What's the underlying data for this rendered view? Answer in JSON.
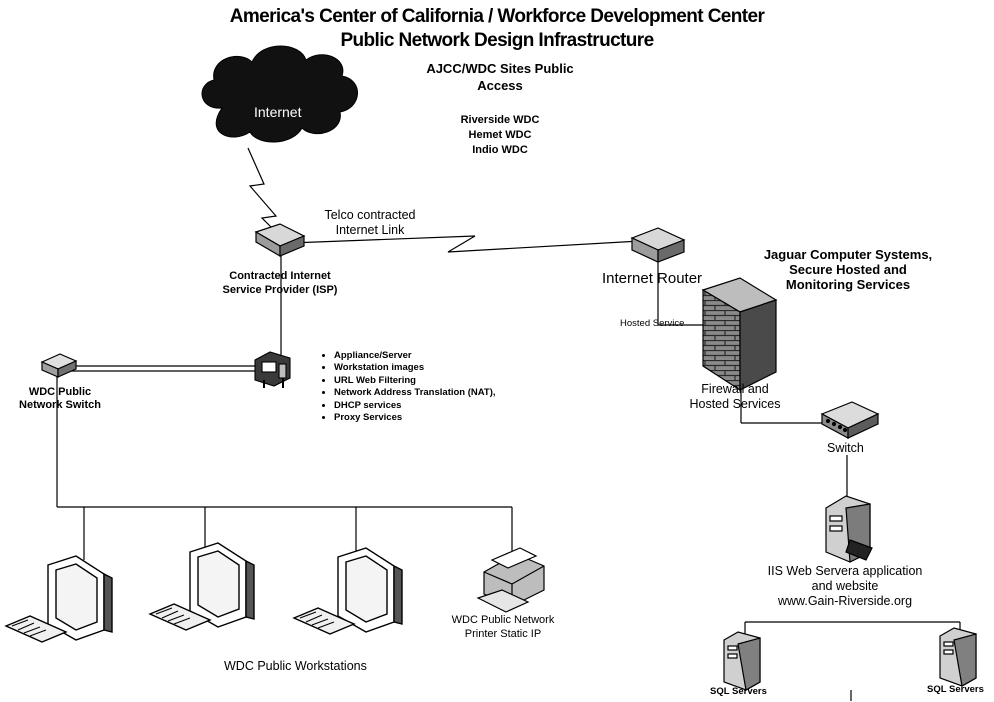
{
  "title": {
    "line1": "America's Center of California /  Workforce Development Center",
    "line2": "Public Network Design Infrastructure"
  },
  "sites": {
    "heading_line1": "AJCC/WDC Sites  Public",
    "heading_line2": "Access",
    "list": [
      "Riverside WDC",
      "Hemet WDC",
      "Indio WDC"
    ]
  },
  "internet": {
    "label": "Internet"
  },
  "telco_link": {
    "line1": "Telco contracted",
    "line2": "Internet Link"
  },
  "isp": {
    "line1": "Contracted Internet",
    "line2": "Service Provider (ISP)"
  },
  "router": {
    "label": "Internet Router"
  },
  "jaguar": {
    "line1": "Jaguar Computer Systems,",
    "line2": "Secure Hosted and",
    "line3": "Monitoring Services"
  },
  "hosted_service": {
    "label": "Hosted Service"
  },
  "firewall": {
    "line1": "Firewall and",
    "line2": "Hosted Services"
  },
  "switch": {
    "label": "Switch"
  },
  "wdc_switch": {
    "line1": "WDC Public",
    "line2": "Network Switch"
  },
  "appliance_services": [
    "Appliance/Server",
    "Workstation images",
    "URL Web Filtering",
    "Network Address Translation (NAT),",
    "DHCP services",
    "Proxy Services"
  ],
  "web_server": {
    "line1": "IIS Web Servera application",
    "line2": "and website",
    "line3": "www.Gain-Riverside.org"
  },
  "sql_servers": [
    "SQL Servers",
    "SQL Servers"
  ],
  "printer": {
    "line1": "WDC Public Network",
    "line2": "Printer Static IP"
  },
  "workstations": {
    "label": "WDC Public Workstations"
  },
  "icons": {
    "cloud": "internet-cloud-icon",
    "isp_router": "isp-router-icon",
    "internet_router": "internet-router-icon",
    "firewall": "firewall-icon",
    "switch": "switch-icon",
    "appliance": "appliance-server-icon",
    "web_server": "web-server-icon",
    "sql_server": "sql-server-icon",
    "workstation": "workstation-icon",
    "printer": "printer-icon"
  },
  "colors": {
    "line": "#000000",
    "cloud": "#111111",
    "background": "#ffffff"
  }
}
